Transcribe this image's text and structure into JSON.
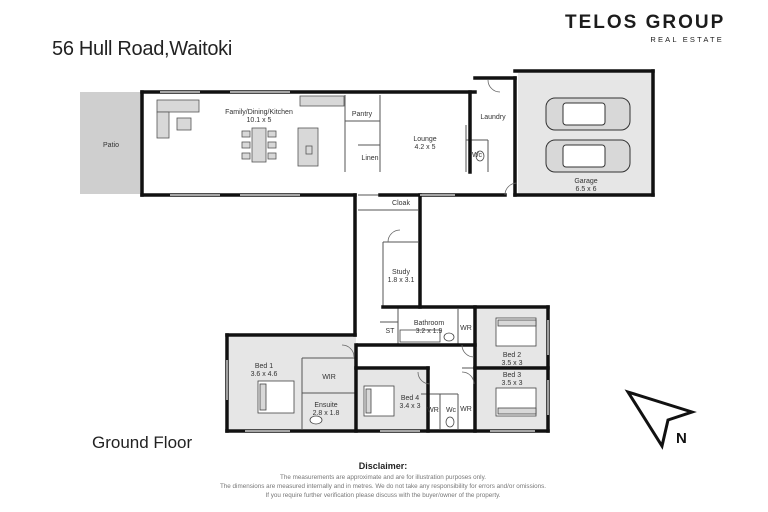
{
  "header": {
    "address": "56 Hull Road,Waitoki",
    "logo_main": "TELOS GROUP",
    "logo_sub": "REAL ESTATE"
  },
  "floor_label": "Ground Floor",
  "rooms": {
    "patio": "Patio",
    "family_name": "Family/Dining/Kitchen",
    "family_size": "10.1 x 5",
    "pantry": "Pantry",
    "linen": "Linen",
    "lounge_name": "Lounge",
    "lounge_size": "4.2 x 5",
    "laundry": "Laundry",
    "wc_top": "Wc",
    "garage_name": "Garage",
    "garage_size": "6.5 x 6",
    "cloak": "Cloak",
    "study_name": "Study",
    "study_size": "1.8 x 3.1",
    "st": "ST",
    "bathroom_name": "Bathroom",
    "bathroom_size": "3.2 x 1.9",
    "wr_bed2": "WR",
    "bed2_name": "Bed 2",
    "bed2_size": "3.5 x 3",
    "bed3_name": "Bed 3",
    "bed3_size": "3.5 x 3",
    "wr_bed3": "WR",
    "bed1_name": "Bed 1",
    "bed1_size": "3.6 x 4.6",
    "wir": "WIR",
    "ensuite_name": "Ensuite",
    "ensuite_size": "2.8 x 1.8",
    "bed4_name": "Bed 4",
    "bed4_size": "3.4 x 3",
    "wr_bed4": "WR",
    "wc_bottom": "Wc"
  },
  "north_label": "N",
  "disclaimer": {
    "title": "Disclaimer:",
    "lines": [
      "The measurements are approximate and are for illustration purposes only.",
      "The dimensions are measured internally and in metres. We do not take any responsibility for errors and/or omissions.",
      "If you require further verification please discuss with the buyer/owner of the property."
    ]
  },
  "colors": {
    "wall": "#111111",
    "room_shade": "#e6e6e6",
    "patio_shade": "#cfcfcf",
    "text": "#333333"
  }
}
